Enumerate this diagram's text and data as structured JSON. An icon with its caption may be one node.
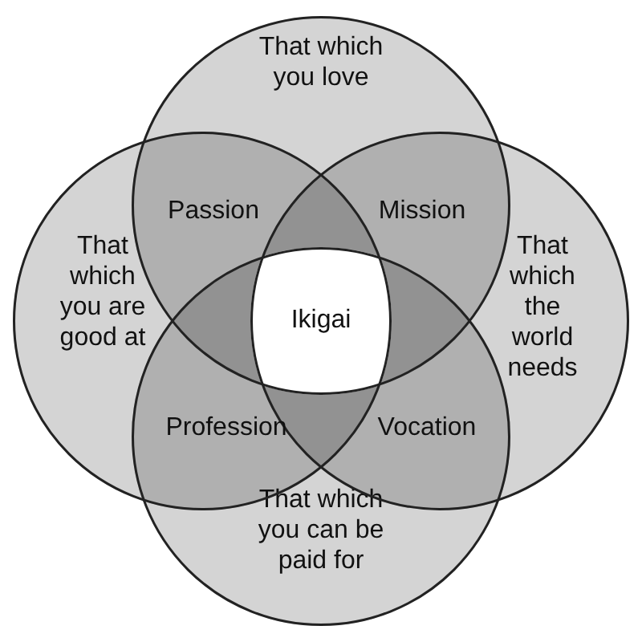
{
  "diagram": {
    "nodes": [
      {
        "text": [
          "That which you love"
        ]
      },
      {
        "text": [
          "That which you are good at"
        ]
      },
      {
        "text": [
          "That which the world needs"
        ]
      },
      {
        "text": [
          "That which you can be paid for"
        ]
      },
      {
        "text": [
          "Passion"
        ]
      },
      {
        "text": [
          "Mission"
        ]
      },
      {
        "text": [
          "Ikigai"
        ]
      },
      {
        "text": [
          "Profession"
        ]
      },
      {
        "text": [
          "Vocation"
        ]
      }
    ]
  }
}
